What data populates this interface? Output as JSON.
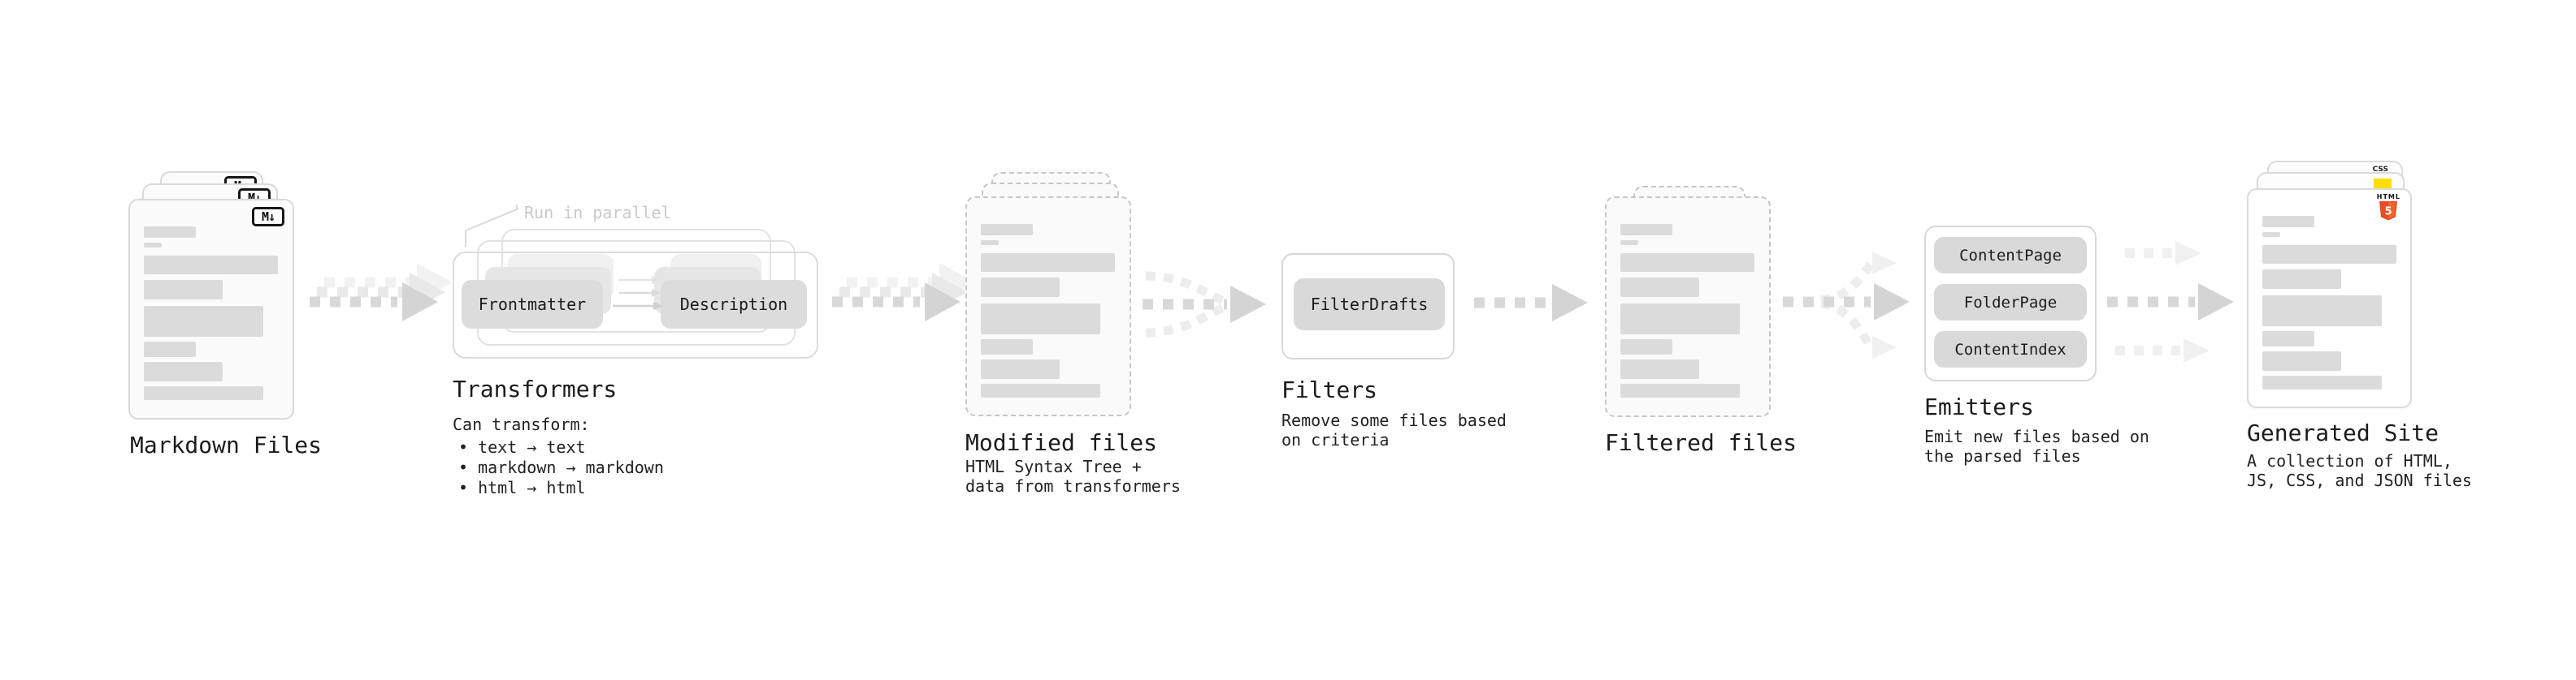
{
  "stages": {
    "markdown_files": {
      "title": "Markdown Files",
      "badge": "M↓"
    },
    "transformers": {
      "title": "Transformers",
      "annotation": "Run in parallel",
      "transformer_1": "Frontmatter",
      "transformer_2": "Description",
      "caption_heading": "Can transform:",
      "bullets": [
        "• text → text",
        "• markdown → markdown",
        "• html → html"
      ]
    },
    "modified_files": {
      "title": "Modified files",
      "caption_line1": "HTML Syntax Tree +",
      "caption_line2": "data from transformers"
    },
    "filters": {
      "title": "Filters",
      "filter_1": "FilterDrafts",
      "caption_line1": "Remove some files based",
      "caption_line2": "on criteria"
    },
    "filtered_files": {
      "title": "Filtered files"
    },
    "emitters": {
      "title": "Emitters",
      "emitter_list": [
        "ContentPage",
        "FolderPage",
        "ContentIndex"
      ],
      "caption_line1": "Emit new files based on",
      "caption_line2": "the parsed files"
    },
    "generated_site": {
      "title": "Generated Site",
      "caption_line1": "A collection of HTML,",
      "caption_line2": "JS, CSS, and JSON files",
      "html5_badge_word": "HTML",
      "html5_badge_number": "5",
      "css_badge": "CSS"
    }
  },
  "colors": {
    "arrow_dark": "#d8d8d8",
    "arrow_light": "#eaeaea",
    "arrow_lighter": "#f2f2f2",
    "annotation_gray": "#c9c9c9",
    "html5_orange": "#e44d26",
    "css_blue": "#2563eb",
    "js_yellow": "#ffdf00"
  }
}
